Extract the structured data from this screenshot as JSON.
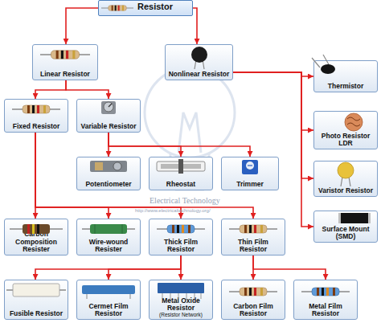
{
  "diagram": {
    "nodes": [
      {
        "text": [
          "Resistor"
        ]
      },
      {
        "text": [
          "Linear Resistor"
        ]
      },
      {
        "text": [
          "Nonlinear Resistor"
        ]
      },
      {
        "text": [
          "Fixed Resistor"
        ]
      },
      {
        "text": [
          "Variable Resistor"
        ]
      },
      {
        "text": [
          "Thermistor"
        ]
      },
      {
        "text": [
          "Photo Resistor LDR"
        ]
      },
      {
        "text": [
          "Potentiometer"
        ]
      },
      {
        "text": [
          "Rheostat"
        ]
      },
      {
        "text": [
          "Trimmer"
        ]
      },
      {
        "text": [
          "Varistor Resistor"
        ]
      },
      {
        "text": [
          "Surface Mount (SMD)"
        ]
      },
      {
        "text": [
          "Carbon Composition Resister"
        ]
      },
      {
        "text": [
          "Wire-wound Resister"
        ]
      },
      {
        "text": [
          "Thick Film Resistor"
        ]
      },
      {
        "text": [
          "Thin Film Resistor"
        ]
      },
      {
        "text": [
          "Fusible Resistor"
        ]
      },
      {
        "text": [
          "Cermet Film Resistor"
        ]
      },
      {
        "text": [
          "Metal Oxide Resistor",
          "(Resistor Network)"
        ]
      },
      {
        "text": [
          "Carbon Film Resistor"
        ]
      },
      {
        "text": [
          "Metal Film Resistor"
        ]
      }
    ],
    "edges": [
      {
        "from": 0,
        "to": 1,
        "arrow": "to"
      },
      {
        "from": 0,
        "to": 2,
        "arrow": "to"
      },
      {
        "from": 1,
        "to": 3,
        "arrow": "to"
      },
      {
        "from": 1,
        "to": 4,
        "arrow": "to"
      },
      {
        "from": 2,
        "to": 5,
        "arrow": "to"
      },
      {
        "from": 2,
        "to": 6,
        "arrow": "to"
      },
      {
        "from": 2,
        "to": 10,
        "arrow": "to"
      },
      {
        "from": 2,
        "to": 11,
        "arrow": "to"
      },
      {
        "from": 4,
        "to": 7,
        "arrow": "to"
      },
      {
        "from": 4,
        "to": 8,
        "arrow": "to"
      },
      {
        "from": 4,
        "to": 9,
        "arrow": "to"
      },
      {
        "from": 3,
        "to": 12,
        "arrow": "to"
      },
      {
        "from": 3,
        "to": 13,
        "arrow": "to"
      },
      {
        "from": 3,
        "to": 14,
        "arrow": "to"
      },
      {
        "from": 3,
        "to": 15,
        "arrow": "to"
      },
      {
        "from": 14,
        "to": 16,
        "arrow": "to"
      },
      {
        "from": 14,
        "to": 17,
        "arrow": "to"
      },
      {
        "from": 14,
        "to": 18,
        "arrow": "to"
      },
      {
        "from": 15,
        "to": 19,
        "arrow": "to"
      },
      {
        "from": 15,
        "to": 20,
        "arrow": "to"
      }
    ],
    "labels": [
      "Electrical Technology",
      "http://www.electricaltechnology.org/"
    ]
  }
}
